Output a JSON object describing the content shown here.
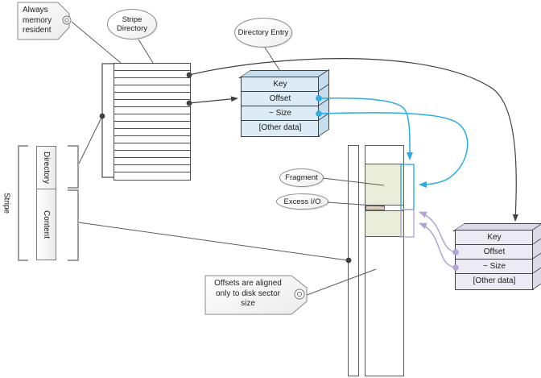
{
  "diagram": {
    "tags": {
      "memory_tag": {
        "line1": "Always",
        "line2": "memory",
        "line3": "resident"
      },
      "offsets_tag": {
        "text": "Offsets are aligned only to disk sector size"
      }
    },
    "callouts": {
      "stripe_directory": "Stripe Directory",
      "directory_entry": "Directory Entry",
      "fragment": "Fragment",
      "excess_io": "Excess I/O"
    },
    "stripe_group": {
      "bracket_label": "Stripe",
      "directory_label": "Directory",
      "content_label": "Content"
    },
    "entry_rows": [
      "Key",
      "Offset",
      "~ Size",
      "[Other data]"
    ],
    "stripe_table": {
      "row_count": 16
    },
    "colors": {
      "accent_blue": "#2BACE2",
      "accent_purple": "#B2A5D5",
      "entry_blue_fill": "#DCEBF5",
      "entry_purple_fill": "#ECEBF4",
      "fragment_fill": "#E9EDD9",
      "excess_fill": "#D9CDBB"
    }
  }
}
